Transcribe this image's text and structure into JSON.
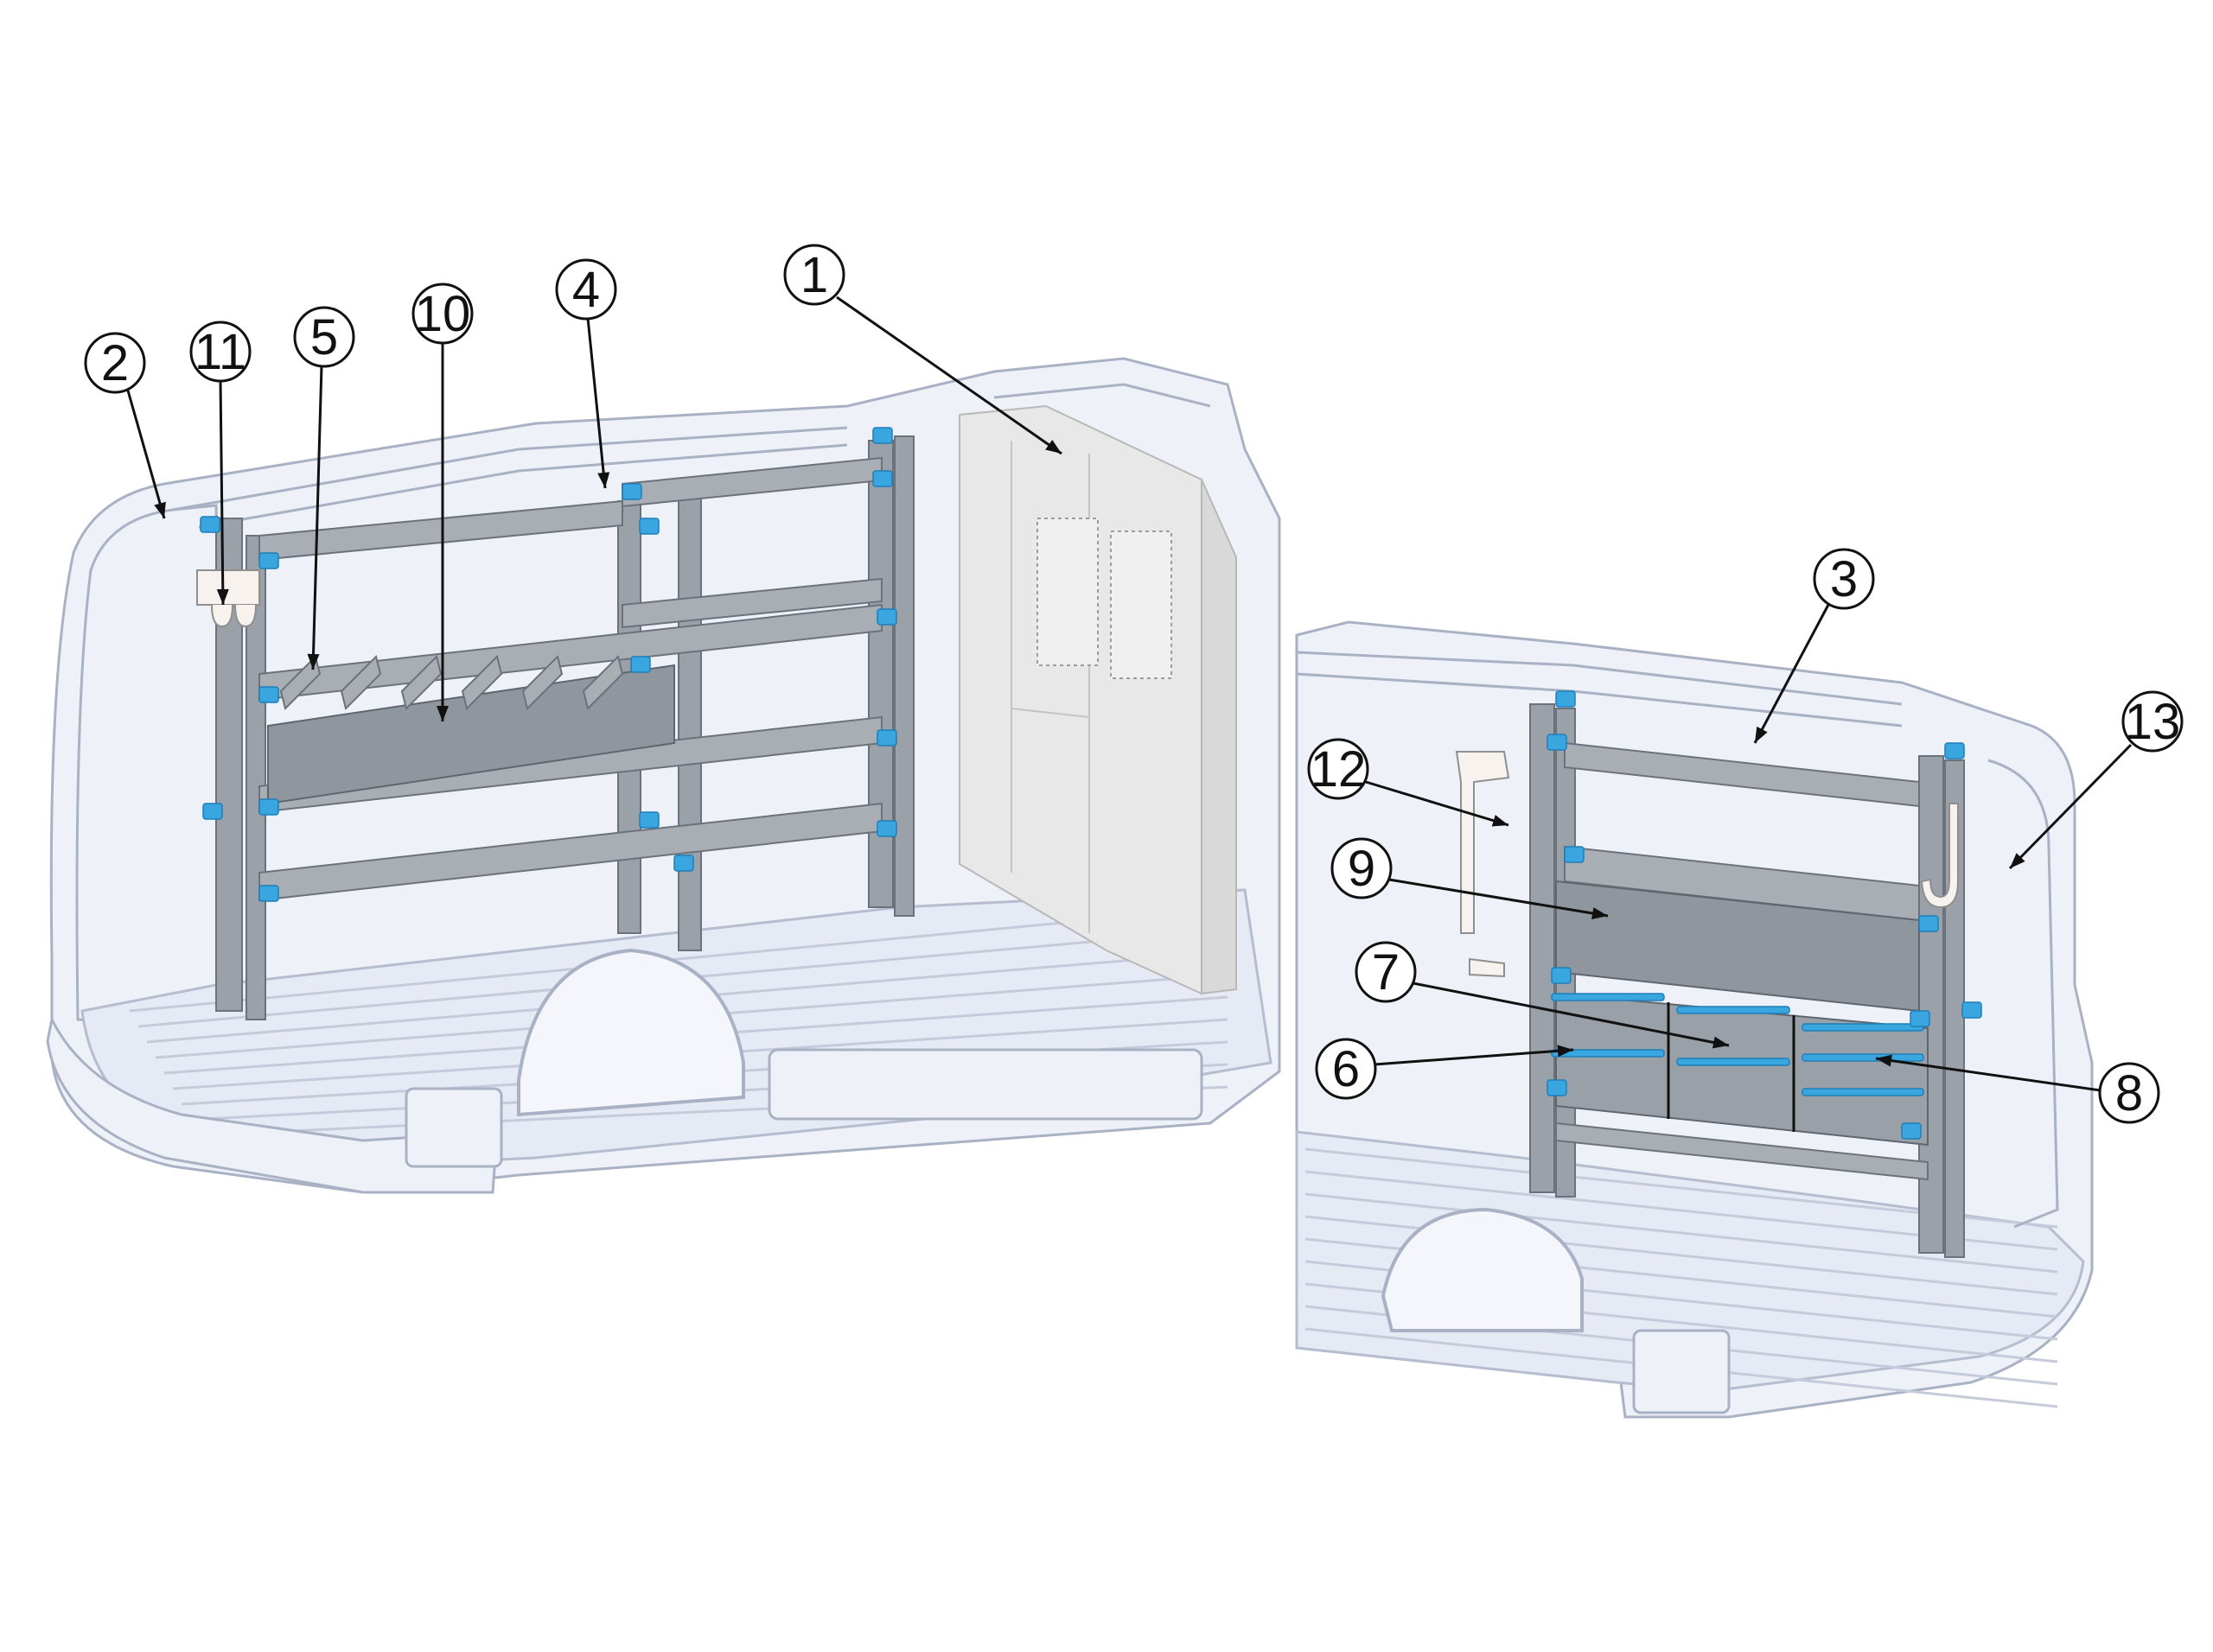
{
  "colors": {
    "van_body": "#eef1f8",
    "van_line": "#a9b1c4",
    "floor": "#e6eaf4",
    "floor_line": "#b6bdcf",
    "frame": "#9aa1a9",
    "frame_dark": "#727a84",
    "bracket": "#3aa6e0",
    "partition": "#e8e8e8",
    "leader": "#111111"
  },
  "callouts": [
    {
      "id": "1",
      "label": "1"
    },
    {
      "id": "2",
      "label": "2"
    },
    {
      "id": "3",
      "label": "3"
    },
    {
      "id": "4",
      "label": "4"
    },
    {
      "id": "5",
      "label": "5"
    },
    {
      "id": "6",
      "label": "6"
    },
    {
      "id": "7",
      "label": "7"
    },
    {
      "id": "8",
      "label": "8"
    },
    {
      "id": "9",
      "label": "9"
    },
    {
      "id": "10",
      "label": "10"
    },
    {
      "id": "11",
      "label": "11"
    },
    {
      "id": "12",
      "label": "12"
    },
    {
      "id": "13",
      "label": "13"
    }
  ]
}
